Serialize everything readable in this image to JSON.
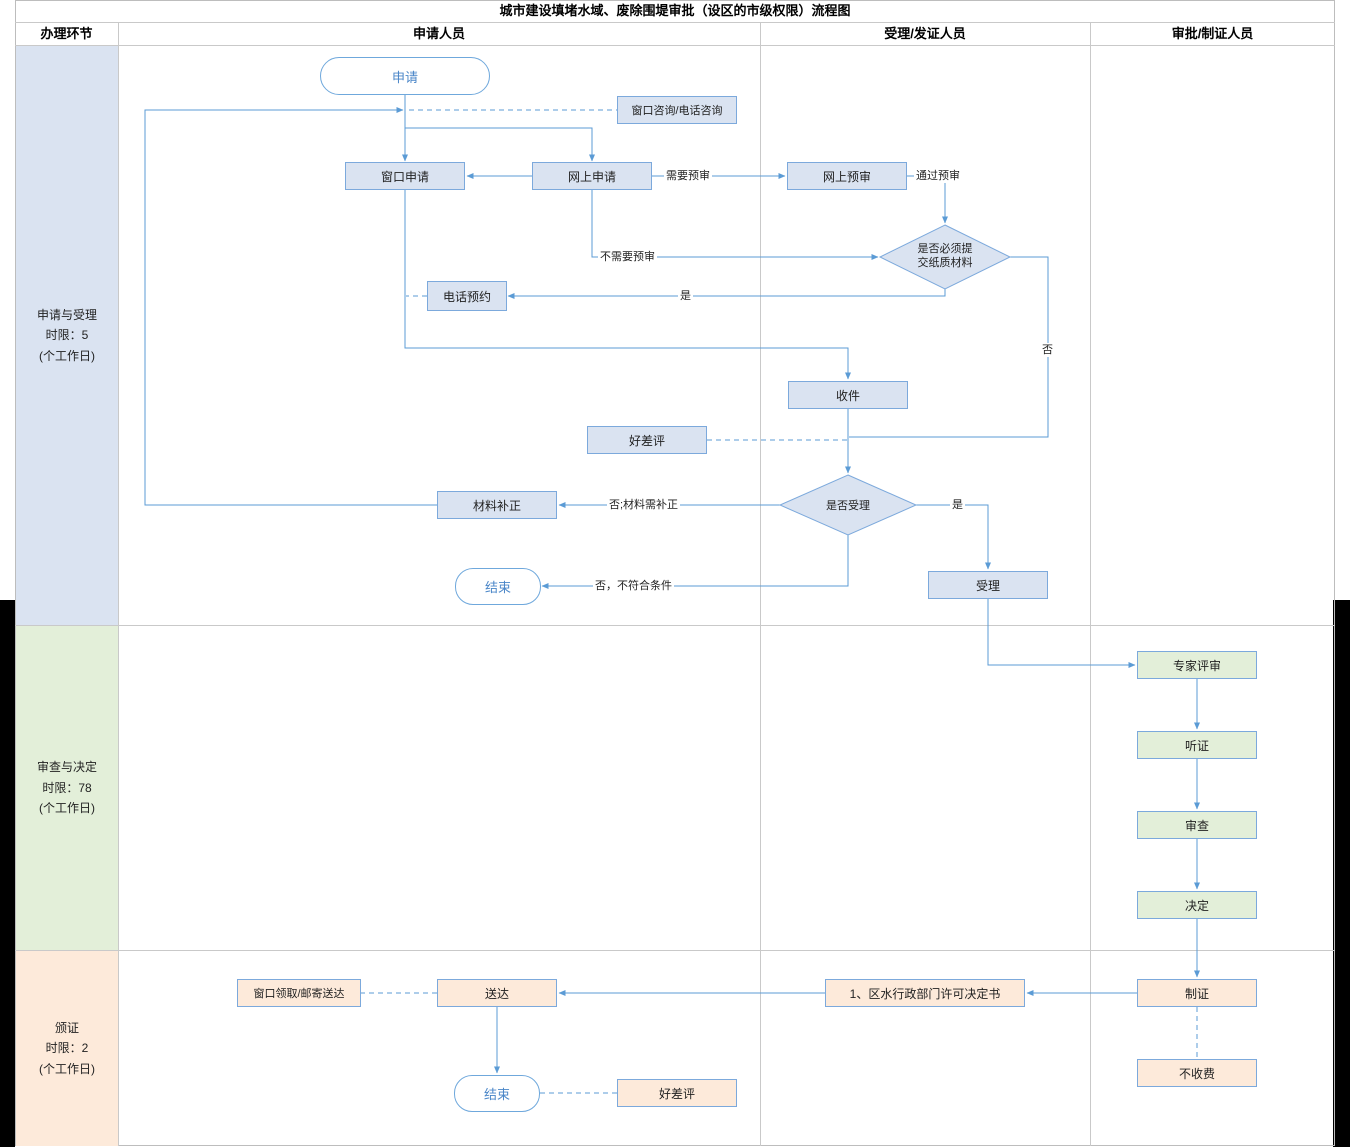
{
  "title": "城市建设填堵水域、废除围堤审批（设区的市级权限）流程图",
  "columns": [
    "办理环节",
    "申请人员",
    "受理/发证人员",
    "审批/制证人员"
  ],
  "lanes": {
    "stage1": {
      "name": "申请与受理",
      "limit": "时限：5",
      "unit": "(个工作日)"
    },
    "stage2": {
      "name": "审查与决定",
      "limit": "时限：78",
      "unit": "(个工作日)"
    },
    "stage3": {
      "name": "颁证",
      "limit": "时限：2",
      "unit": "(个工作日)"
    }
  },
  "nodes": {
    "apply": "申请",
    "consult": "窗口咨询/电话咨询",
    "window_apply": "窗口申请",
    "online_apply": "网上申请",
    "online_review": "网上预审",
    "paper_required": "是否必须提交纸质材料",
    "phone_booking": "电话预约",
    "receive": "收件",
    "rating1": "好差评",
    "accept_decision": "是否受理",
    "material_fix": "材料补正",
    "end1": "结束",
    "accept": "受理",
    "expert_review": "专家评审",
    "hearing": "听证",
    "examine": "审查",
    "decide": "决定",
    "pickup": "窗口领取/邮寄送达",
    "deliver": "送达",
    "decision_doc": "1、区水行政部门许可决定书",
    "make_cert": "制证",
    "no_fee": "不收费",
    "end2": "结束",
    "rating2": "好差评"
  },
  "edge_labels": {
    "need_review": "需要预审",
    "pass_review": "通过预审",
    "no_need_review": "不需要预审",
    "paper_yes": "是",
    "paper_no": "否",
    "fix_no": "否;材料需补正",
    "accept_yes": "是",
    "reject_no": "否，不符合条件"
  },
  "colors": {
    "lane1_bg": "#dae3f1",
    "lane2_bg": "#e3efd9",
    "lane3_bg": "#fdeada",
    "node_border": "#7ca9dc",
    "connector": "#5b9bd5",
    "start_end_text": "#4a86c8",
    "grid": "#c9c9c9"
  }
}
